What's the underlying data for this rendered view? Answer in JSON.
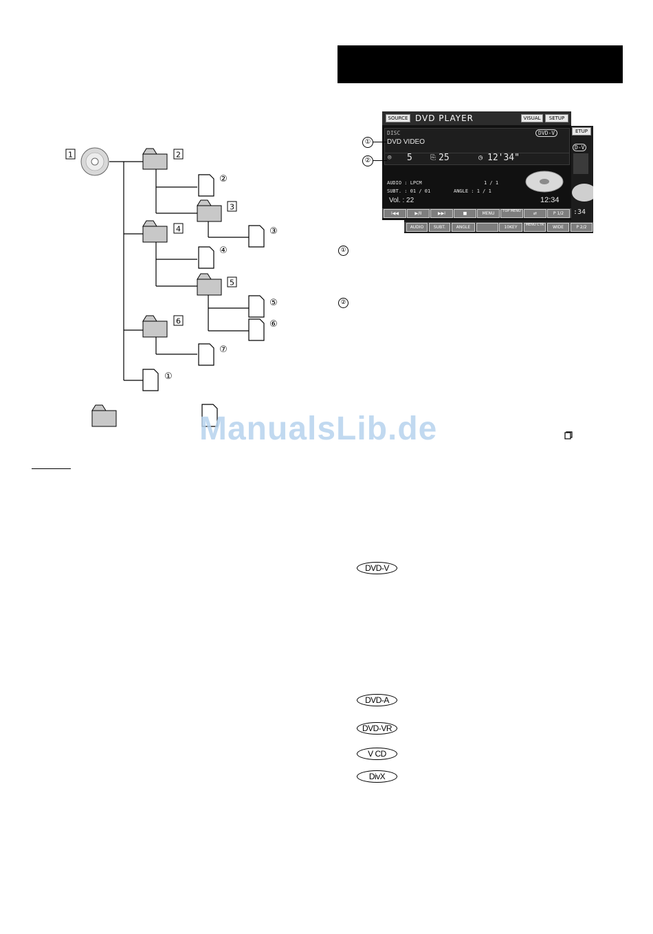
{
  "watermark": "ManualsLib.de",
  "tree": {
    "folder_labels": [
      "1",
      "2",
      "3",
      "4",
      "5",
      "6"
    ],
    "file_labels": [
      "②",
      "③",
      "④",
      "⑤",
      "⑥",
      "⑦",
      "①"
    ]
  },
  "dvd_screen": {
    "source_btn": "SOURCE",
    "title": "DVD PLAYER",
    "visual_btn": "VISUAL",
    "setup_btn": "SETUP",
    "back_setup": "ETUP",
    "back_badge": "D-V",
    "back_time": ":34",
    "disc_label": "DISC",
    "disc_type_badge": "DVD-V",
    "disc_name": "DVD VIDEO",
    "chapter_value": "5",
    "title_value": "25",
    "elapsed_time": "12'34\"",
    "audio_label": "AUDIO : LPCM",
    "audio_count": "1 / 1",
    "subt_label": "SUBT. : 01 / 01",
    "angle_label": "ANGLE : 1 / 1",
    "volume": "Vol. : 22",
    "clock": "12:34",
    "controls_row1": [
      "I◀◀",
      "▶/II",
      "▶▶I",
      "■",
      "MENU",
      "TOP MENU",
      "⇄",
      "P 1/2"
    ],
    "controls_row2": [
      "AUDIO",
      "SUBT.",
      "ANGLE",
      "",
      "10KEY",
      "MENU CTR",
      "WIDE",
      "P 2/2"
    ]
  },
  "callouts": [
    "①",
    "②"
  ],
  "list_markers": [
    "①",
    "②"
  ],
  "disc_badges": [
    "DVD-V",
    "DVD-A",
    "DVD-VR",
    "V CD",
    "DivX"
  ]
}
